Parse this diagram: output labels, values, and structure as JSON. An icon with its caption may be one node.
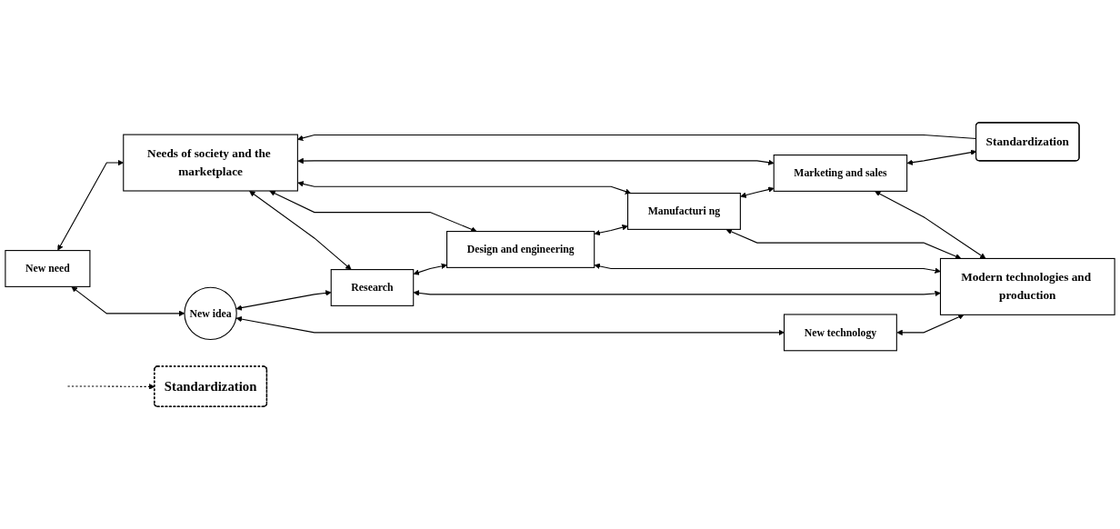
{
  "diagram": {
    "nodes": [
      {
        "text": [
          "New need"
        ]
      },
      {
        "text": [
          "Needs of society and the marketplace"
        ]
      },
      {
        "text": [
          "New idea"
        ]
      },
      {
        "text": [
          "Research"
        ]
      },
      {
        "text": [
          "Design and engineering"
        ]
      },
      {
        "text": [
          "Manufacturi ng"
        ]
      },
      {
        "text": [
          "Marketing and sales"
        ]
      },
      {
        "text": [
          "Standardization"
        ]
      },
      {
        "text": [
          "New technology"
        ]
      },
      {
        "text": [
          "Modern technologies and production"
        ]
      },
      {
        "text": [
          "Standardization"
        ]
      }
    ],
    "edges": [
      {
        "from": 0,
        "to": 1,
        "arrow": "both"
      },
      {
        "from": 0,
        "to": 2,
        "arrow": "both"
      },
      {
        "from": 2,
        "to": 3,
        "arrow": "both"
      },
      {
        "from": 3,
        "to": 4,
        "arrow": "both"
      },
      {
        "from": 4,
        "to": 5,
        "arrow": "both"
      },
      {
        "from": 5,
        "to": 6,
        "arrow": "both"
      },
      {
        "from": 6,
        "to": 7,
        "arrow": "both"
      },
      {
        "from": 2,
        "to": 8,
        "arrow": "both"
      },
      {
        "from": 8,
        "to": 9,
        "arrow": "both"
      },
      {
        "from": 1,
        "to": 3,
        "arrow": "both"
      },
      {
        "from": 1,
        "to": 4,
        "arrow": "both"
      },
      {
        "from": 1,
        "to": 5,
        "arrow": "both"
      },
      {
        "from": 1,
        "to": 6,
        "arrow": "both"
      },
      {
        "from": 3,
        "to": 9,
        "arrow": "both"
      },
      {
        "from": 4,
        "to": 9,
        "arrow": "both"
      },
      {
        "from": 5,
        "to": 9,
        "arrow": "both"
      },
      {
        "from": 6,
        "to": 9,
        "arrow": "both"
      },
      {
        "from": 7,
        "to": 1,
        "arrow": "to"
      },
      {
        "from": null,
        "to": 10,
        "arrow": "to",
        "style": "dashed"
      }
    ]
  }
}
